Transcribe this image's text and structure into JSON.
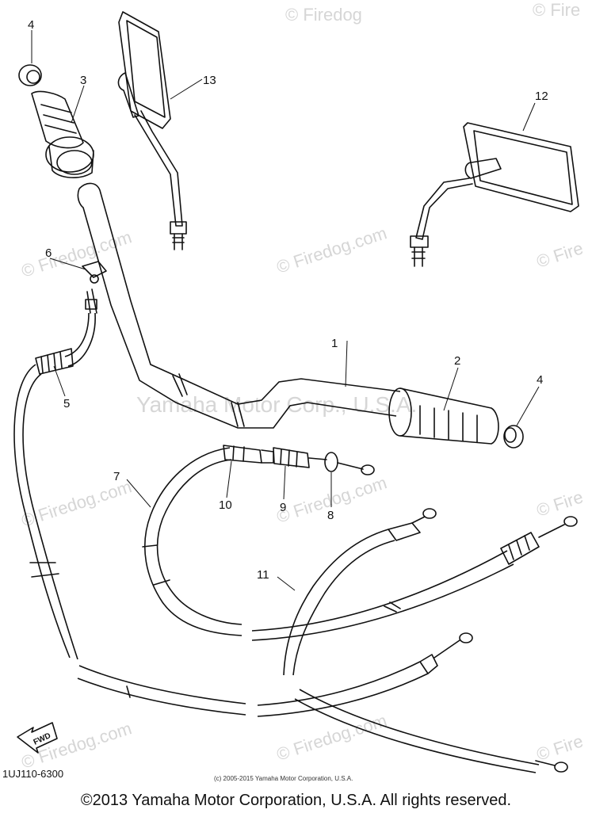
{
  "watermarks": {
    "site": "© Firedog.com",
    "site_partial_1": "© Firedog",
    "site_partial_2": "© Fire",
    "center": "Yamaha Motor Corp., U.S.A."
  },
  "callouts": [
    "1",
    "2",
    "3",
    "4",
    "4",
    "5",
    "6",
    "7",
    "8",
    "9",
    "10",
    "11",
    "12",
    "13"
  ],
  "fwd_label": "FWD",
  "diagram_code": "1UJ110-6300",
  "small_copyright": "(c) 2005-2015 Yamaha Motor Corporation, U.S.A.",
  "copyright": "©2013 Yamaha Motor Corporation, U.S.A. All rights reserved."
}
